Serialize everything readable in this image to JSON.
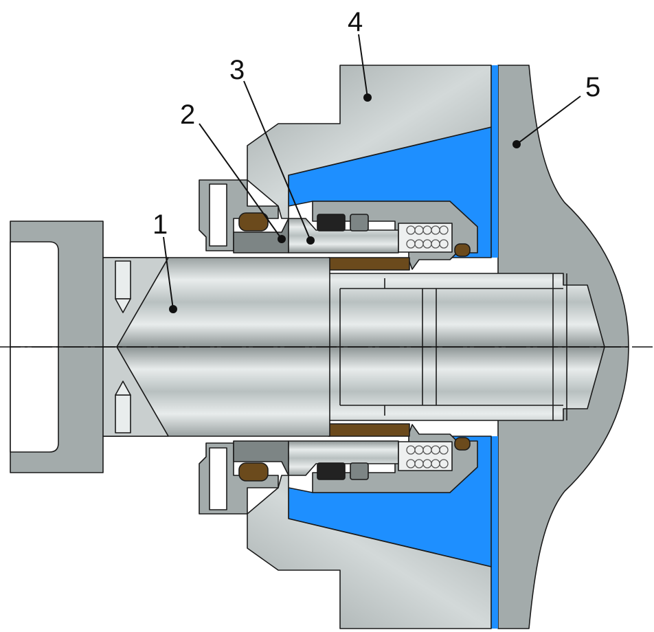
{
  "diagram": {
    "title_visible": false,
    "labels": [
      {
        "id": "1",
        "text": "1"
      },
      {
        "id": "2",
        "text": "2"
      },
      {
        "id": "3",
        "text": "3"
      },
      {
        "id": "4",
        "text": "4"
      },
      {
        "id": "5",
        "text": "5"
      }
    ],
    "colors": {
      "housing": "#a3abab",
      "coolant": "#1e8fff",
      "oring": "#6b4a1c",
      "seal_dark": "#7d8585",
      "shaft_light": "#e6eaea",
      "shaft_dark": "#8d9595"
    }
  }
}
